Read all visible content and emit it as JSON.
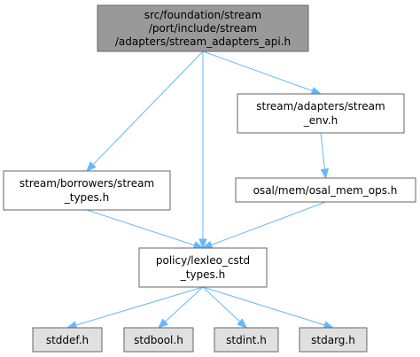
{
  "colors": {
    "root_fill": "#999999",
    "node_fill": "#ffffff",
    "external_fill": "#e0e0e0",
    "border": "#666666",
    "edge": "#63b8ff"
  },
  "nodes": [
    {
      "id": "root",
      "kind": "root",
      "lines": [
        "src/foundation/stream",
        "/port/include/stream",
        "/adapters/stream_adapters_api.h"
      ]
    },
    {
      "id": "stream_env",
      "kind": "file",
      "lines": [
        "stream/adapters/stream",
        "_env.h"
      ]
    },
    {
      "id": "stream_types",
      "kind": "file",
      "lines": [
        "stream/borrowers/stream",
        "_types.h"
      ]
    },
    {
      "id": "osal_mem_ops",
      "kind": "file",
      "lines": [
        "osal/mem/osal_mem_ops.h"
      ]
    },
    {
      "id": "lexleo_cstd_types",
      "kind": "file",
      "lines": [
        "policy/lexleo_cstd",
        "_types.h"
      ]
    },
    {
      "id": "stddef",
      "kind": "external",
      "lines": [
        "stddef.h"
      ]
    },
    {
      "id": "stdbool",
      "kind": "external",
      "lines": [
        "stdbool.h"
      ]
    },
    {
      "id": "stdint",
      "kind": "external",
      "lines": [
        "stdint.h"
      ]
    },
    {
      "id": "stdarg",
      "kind": "external",
      "lines": [
        "stdarg.h"
      ]
    }
  ],
  "edges": [
    {
      "from": "root",
      "to": "stream_types"
    },
    {
      "from": "root",
      "to": "lexleo_cstd_types"
    },
    {
      "from": "root",
      "to": "stream_env"
    },
    {
      "from": "stream_env",
      "to": "osal_mem_ops"
    },
    {
      "from": "stream_types",
      "to": "lexleo_cstd_types"
    },
    {
      "from": "osal_mem_ops",
      "to": "lexleo_cstd_types"
    },
    {
      "from": "lexleo_cstd_types",
      "to": "stddef"
    },
    {
      "from": "lexleo_cstd_types",
      "to": "stdbool"
    },
    {
      "from": "lexleo_cstd_types",
      "to": "stdint"
    },
    {
      "from": "lexleo_cstd_types",
      "to": "stdarg"
    }
  ]
}
